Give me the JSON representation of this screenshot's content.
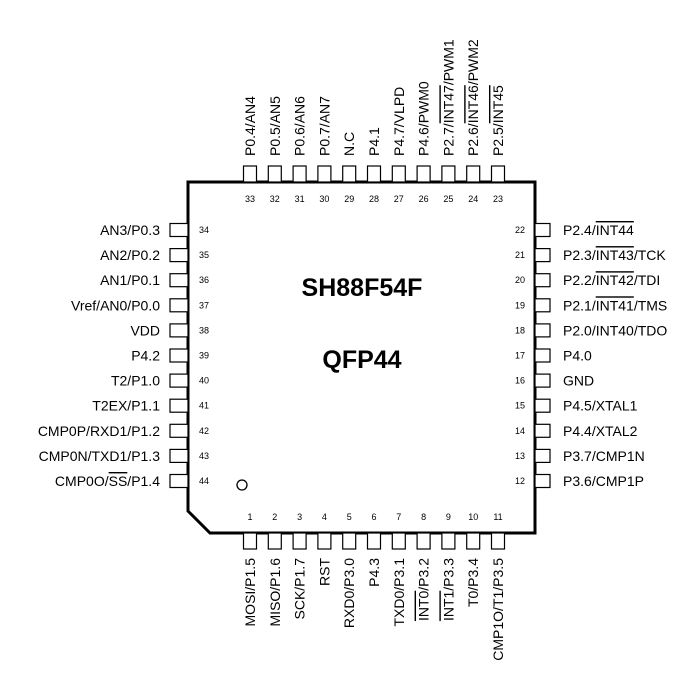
{
  "chip": {
    "name": "SH88F54F",
    "package": "QFP44"
  },
  "pins": {
    "bottom": [
      {
        "num": "1",
        "label": "MOSI/P1.5"
      },
      {
        "num": "2",
        "label": "MISO/P1.6"
      },
      {
        "num": "3",
        "label": "SCK/P1.7"
      },
      {
        "num": "4",
        "label": "RST"
      },
      {
        "num": "5",
        "label": "RXD0/P3.0"
      },
      {
        "num": "6",
        "label": "P4.3"
      },
      {
        "num": "7",
        "label": "TXD0/P3.1"
      },
      {
        "num": "8",
        "label": "INT0/P3.2"
      },
      {
        "num": "9",
        "label": "INT1/P3.3"
      },
      {
        "num": "10",
        "label": "T0/P3.4"
      },
      {
        "num": "11",
        "label": "CMP1O/T1/P3.5"
      }
    ],
    "right": [
      {
        "num": "12",
        "label": "P3.6/CMP1P"
      },
      {
        "num": "13",
        "label": "P3.7/CMP1N"
      },
      {
        "num": "14",
        "label": "P4.4/XTAL2"
      },
      {
        "num": "15",
        "label": "P4.5/XTAL1"
      },
      {
        "num": "16",
        "label": "GND"
      },
      {
        "num": "17",
        "label": "P4.0"
      },
      {
        "num": "18",
        "label": "P2.0/INT40/TDO"
      },
      {
        "num": "19",
        "label": "P2.1/INT41/TMS"
      },
      {
        "num": "20",
        "label": "P2.2/INT42/TDI"
      },
      {
        "num": "21",
        "label": "P2.3/INT43/TCK"
      },
      {
        "num": "22",
        "label": "P2.4/INT44"
      }
    ],
    "top": [
      {
        "num": "23",
        "label": "P2.5/INT45"
      },
      {
        "num": "24",
        "label": "P2.6/INT46/PWM2"
      },
      {
        "num": "25",
        "label": "P2.7/INT47/PWM1"
      },
      {
        "num": "26",
        "label": "P4.6/PWM0"
      },
      {
        "num": "27",
        "label": "P4.7/VLPD"
      },
      {
        "num": "28",
        "label": "P4.1"
      },
      {
        "num": "29",
        "label": "N.C"
      },
      {
        "num": "30",
        "label": "P0.7/AN7"
      },
      {
        "num": "31",
        "label": "P0.6/AN6"
      },
      {
        "num": "32",
        "label": "P0.5/AN5"
      },
      {
        "num": "33",
        "label": "P0.4/AN4"
      }
    ],
    "left": [
      {
        "num": "34",
        "label": "AN3/P0.3"
      },
      {
        "num": "35",
        "label": "AN2/P0.2"
      },
      {
        "num": "36",
        "label": "AN1/P0.1"
      },
      {
        "num": "37",
        "label": "Vref/AN0/P0.0"
      },
      {
        "num": "38",
        "label": "VDD"
      },
      {
        "num": "39",
        "label": "P4.2"
      },
      {
        "num": "40",
        "label": "T2/P1.0"
      },
      {
        "num": "41",
        "label": "T2EX/P1.1"
      },
      {
        "num": "42",
        "label": "CMP0P/RXD1/P1.2"
      },
      {
        "num": "43",
        "label": "CMP0N/TXD1/P1.3"
      },
      {
        "num": "44",
        "label": "CMP0O/SS/P1.4"
      }
    ]
  }
}
